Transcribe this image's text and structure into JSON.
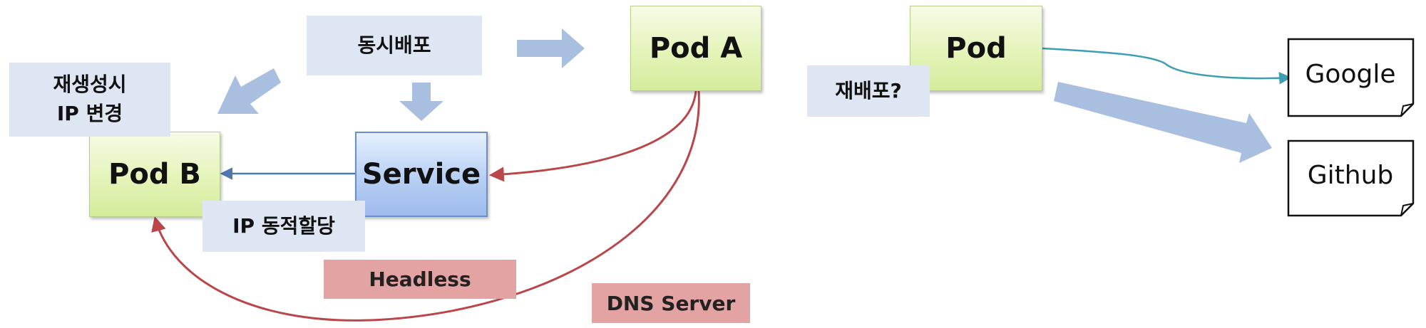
{
  "nodes": {
    "pod_a": "Pod A",
    "pod_b": "Pod B",
    "service": "Service",
    "pod_right": "Pod"
  },
  "notes": {
    "simultaneous_deploy": "동시배포",
    "regen_ip_change": "재생성시\nIP 변경",
    "ip_dynamic": "IP 동적할당",
    "redeploy": "재배포?"
  },
  "tags": {
    "headless": "Headless",
    "dns_server": "DNS Server"
  },
  "externals": {
    "google": "Google",
    "github": "Github"
  },
  "colors": {
    "block_arrow": "#a8bfdf",
    "red_line": "#b9474a",
    "blue_line": "#4f79ae",
    "teal_line": "#3e9fb2"
  }
}
